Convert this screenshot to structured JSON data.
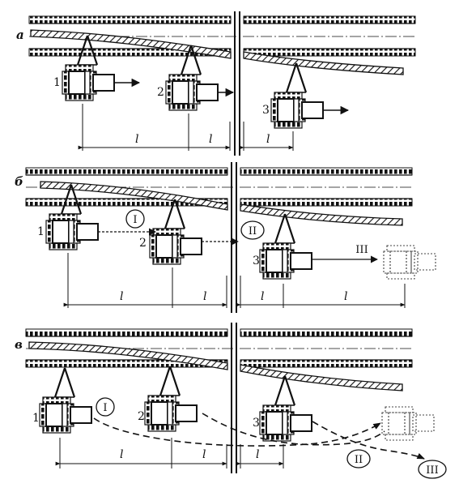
{
  "panels": [
    {
      "letter": "а",
      "positions": [
        "1",
        "2",
        "3"
      ],
      "dims": [
        "l",
        "l",
        "l"
      ],
      "stages": []
    },
    {
      "letter": "б",
      "positions": [
        "1",
        "2",
        "3"
      ],
      "dims": [
        "l",
        "l",
        "l",
        "l"
      ],
      "stages": [
        "I",
        "II",
        "III"
      ]
    },
    {
      "letter": "в",
      "positions": [
        "1",
        "2",
        "3"
      ],
      "dims": [
        "l",
        "l",
        "l"
      ],
      "stages": [
        "I",
        "II",
        "III"
      ]
    }
  ]
}
